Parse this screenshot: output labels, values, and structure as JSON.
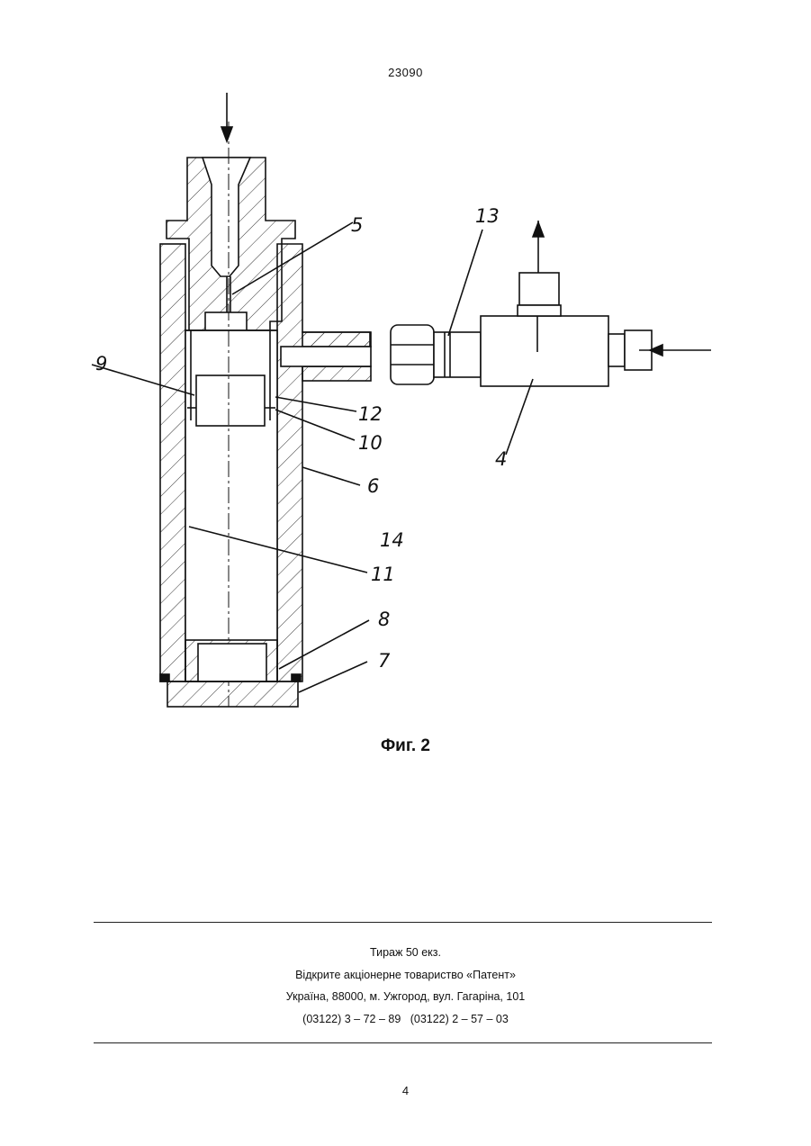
{
  "header": {
    "doc_number": "23090"
  },
  "figure": {
    "caption": "Фиг. 2",
    "labels": [
      "5",
      "13",
      "9",
      "12",
      "10",
      "4",
      "6",
      "14",
      "11",
      "8",
      "7"
    ]
  },
  "footer": {
    "lines": [
      "Тираж 50 екз.",
      "Відкрите акціонерне товариство «Патент»",
      "Україна, 88000, м. Ужгород, вул. Гагаріна, 101",
      "(03122) 3 – 72 – 89   (03122) 2 – 57 – 03"
    ],
    "page_number": "4"
  }
}
